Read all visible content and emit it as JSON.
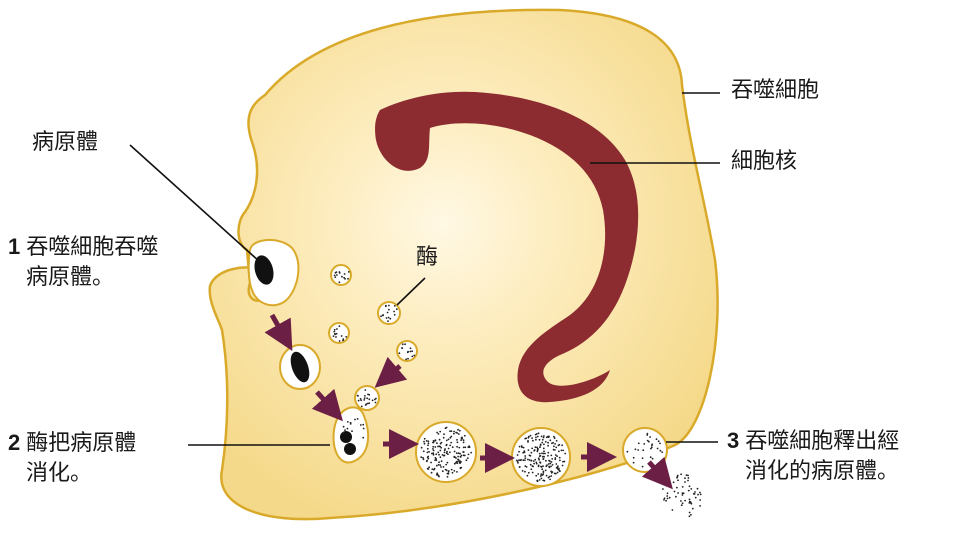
{
  "labels": {
    "phagocyte": "吞噬細胞",
    "nucleus": "細胞核",
    "pathogen": "病原體",
    "enzyme": "酶"
  },
  "steps": [
    {
      "number": "1",
      "line1": "吞噬細胞吞噬",
      "line2": "病原體。"
    },
    {
      "number": "2",
      "line1": "酶把病原體",
      "line2": "消化。"
    },
    {
      "number": "3",
      "line1": "吞噬細胞釋出經",
      "line2": "消化的病原體。"
    }
  ],
  "colors": {
    "cytoplasm_edge": "#f5d98a",
    "cytoplasm_center": "#fff8e4",
    "cell_outline": "#d9a92a",
    "nucleus": "#8c2c30",
    "arrow": "#6b1f45",
    "vesicle_fill": "#ffffff",
    "vesicle_outline": "#d9a92a"
  }
}
